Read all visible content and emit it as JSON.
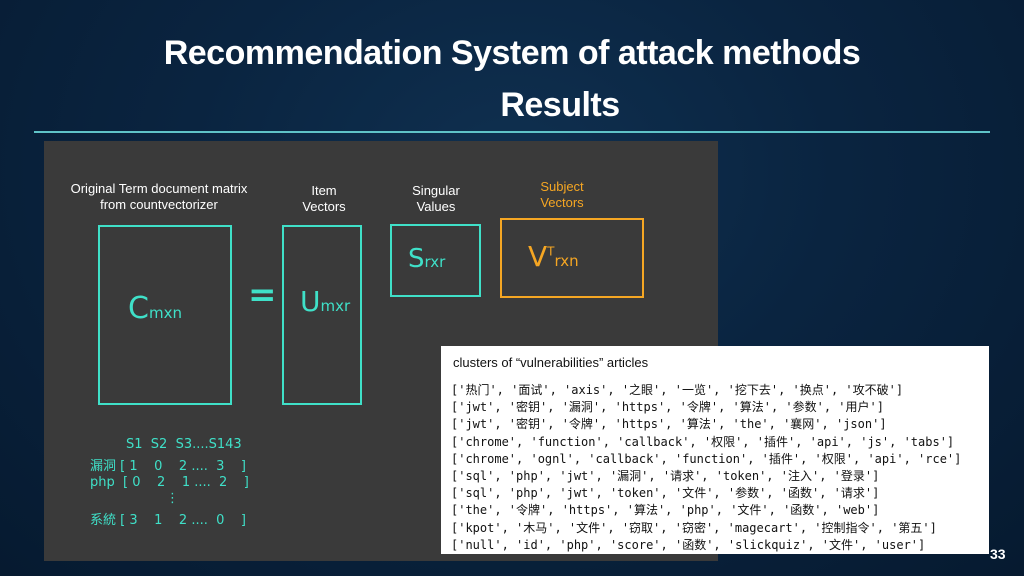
{
  "title_line1": "Recommendation System of attack methods",
  "title_line2": "Results",
  "diagram": {
    "label_matrix": "Original Term document matrix\nfrom countvectorizer",
    "label_item": "Item\nVectors",
    "label_singular": "Singular\nValues",
    "label_subject": "Subject\nVectors",
    "c_main": "C",
    "c_sub": "mxn",
    "eq": "=",
    "u_main": "U",
    "u_sub": "mxr",
    "s_main": "S",
    "s_sub": "rxr",
    "v_main": "V",
    "v_sup": "T",
    "v_sub": "rxn",
    "matrix_header": "S1  S2  S3....S143",
    "matrix_rows": [
      "漏洞 [ 1    0    2 ....  3    ]",
      "php  [ 0    2    1 ....  2    ]",
      "⋮",
      "系統 [ 3    1    2 ....  0    ]"
    ]
  },
  "clusters": {
    "title": "clusters of “vulnerabilities” articles",
    "rows": [
      "['热门', '面试', 'axis', '之眼', '一览', '挖下去', '换点', '攻不破']",
      "['jwt', '密钥', '漏洞', 'https', '令牌', '算法', '参数', '用户']",
      "['jwt', '密钥', '令牌', 'https', '算法', 'the', '襄网', 'json']",
      "['chrome', 'function', 'callback', '权限', '插件', 'api', 'js', 'tabs']",
      "['chrome', 'ognl', 'callback', 'function', '插件', '权限', 'api', 'rce']",
      "['sql', 'php', 'jwt', '漏洞', '请求', 'token', '注入', '登录']",
      "['sql', 'php', 'jwt', 'token', '文件', '参数', '函数', '请求']",
      "['the', '令牌', 'https', '算法', 'php', '文件', '函数', 'web']",
      "['kpot', '木马', '文件', '窃取', '窃密', 'magecart', '控制指令', '第五']",
      "['null', 'id', 'php', 'score', '函数', 'slickquiz', '文件', 'user']"
    ]
  },
  "page_number": "33"
}
